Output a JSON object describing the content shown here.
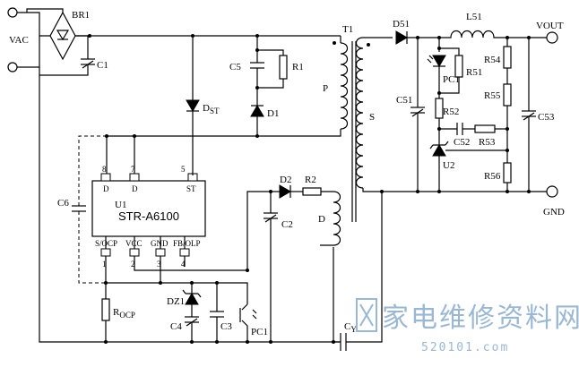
{
  "labels": {
    "vac": "VAC",
    "br1": "BR1",
    "c1": "C1",
    "c5": "C5",
    "r1": "R1",
    "dst": "D",
    "dst_sub": "ST",
    "d1": "D1",
    "t1": "T1",
    "p": "P",
    "s": "S",
    "d51": "D51",
    "l51": "L51",
    "vout": "VOUT",
    "gnd": "GND",
    "r54": "R54",
    "pc1_top": "PC1",
    "r51": "R51",
    "c51": "C51",
    "r55": "R55",
    "r52": "R52",
    "c53": "C53",
    "c52": "C52",
    "r53": "R53",
    "u2": "U2",
    "r56": "R56",
    "c6": "C6",
    "u1": "U1",
    "ic_name": "STR-A6100",
    "pin_d1": "D",
    "pin_d2": "D",
    "pin_st": "ST",
    "pin_socp": "S/OCP",
    "pin_vcc": "VCC",
    "pin_gnd": "GND",
    "pin_fb": "FB/OLP",
    "pinnum_8": "8",
    "pinnum_7": "7",
    "pinnum_5": "5",
    "pinnum_1": "1",
    "pinnum_2": "2",
    "pinnum_3": "3",
    "pinnum_4": "4",
    "d2": "D2",
    "r2": "R2",
    "c2": "C2",
    "d": "D",
    "rocp": "R",
    "rocp_sub": "OCP",
    "dz1": "DZ1",
    "c4": "C4",
    "c3": "C3",
    "pc1_bot": "PC1",
    "cy": "C",
    "cy_sub": "Y"
  },
  "watermark": {
    "chinese": "家电维修资料网",
    "number": "520101.com"
  }
}
